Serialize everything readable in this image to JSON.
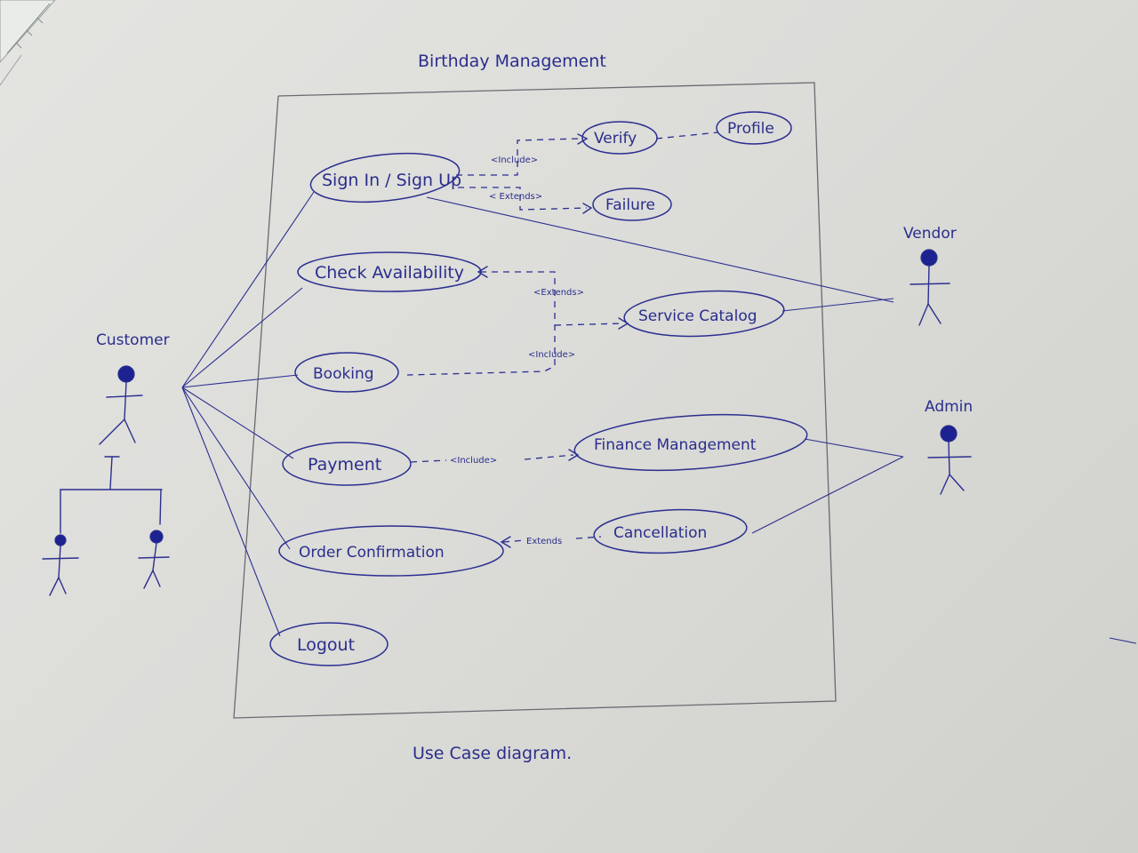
{
  "diagram": {
    "title": "Birthday Management",
    "caption": "Use Case diagram.",
    "actors": {
      "customer": "Customer",
      "vendor": "Vendor",
      "admin": "Admin"
    },
    "use_cases": {
      "sign_in": "Sign In / Sign Up",
      "verify": "Verify",
      "profile": "Profile",
      "failure": "Failure",
      "check_availability": "Check Availability",
      "service_catalog": "Service Catalog",
      "booking": "Booking",
      "payment": "Payment",
      "finance_management": "Finance Management",
      "order_confirmation": "Order Confirmation",
      "cancellation": "Cancellation",
      "logout": "Logout"
    },
    "relations": {
      "signin_includes": "<Include>",
      "signin_extends": "< Extends>",
      "availability_extends": "<Extends>",
      "booking_includes": "<Include>",
      "payment_includes": "<Include>",
      "cancel_extends": "Extends"
    },
    "ink_color": "#2b2f8f"
  }
}
